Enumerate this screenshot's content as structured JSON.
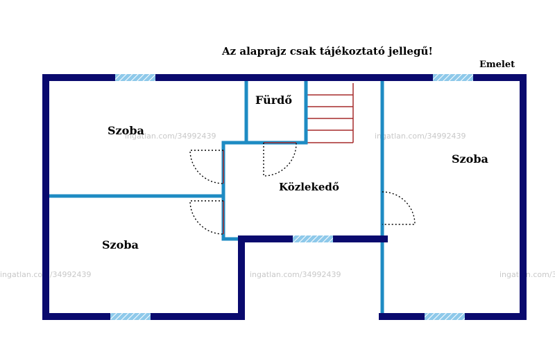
{
  "notice": "Az alaprajz csak tájékoztató jellegű!",
  "floor": "Emelet",
  "rooms": {
    "bedroom_top_left": "Szoba",
    "bedroom_bottom_left": "Szoba",
    "bedroom_right": "Szoba",
    "bathroom": "Fürdő",
    "corridor": "Közlekedő"
  },
  "watermark": "ingatlan.com/34992439",
  "colors": {
    "outer_wall": "#0a0a6e",
    "inner_wall": "#1e8bc3",
    "window": "#8ec9ea",
    "stairs": "#a52a2a",
    "door_swing": "#000000"
  }
}
